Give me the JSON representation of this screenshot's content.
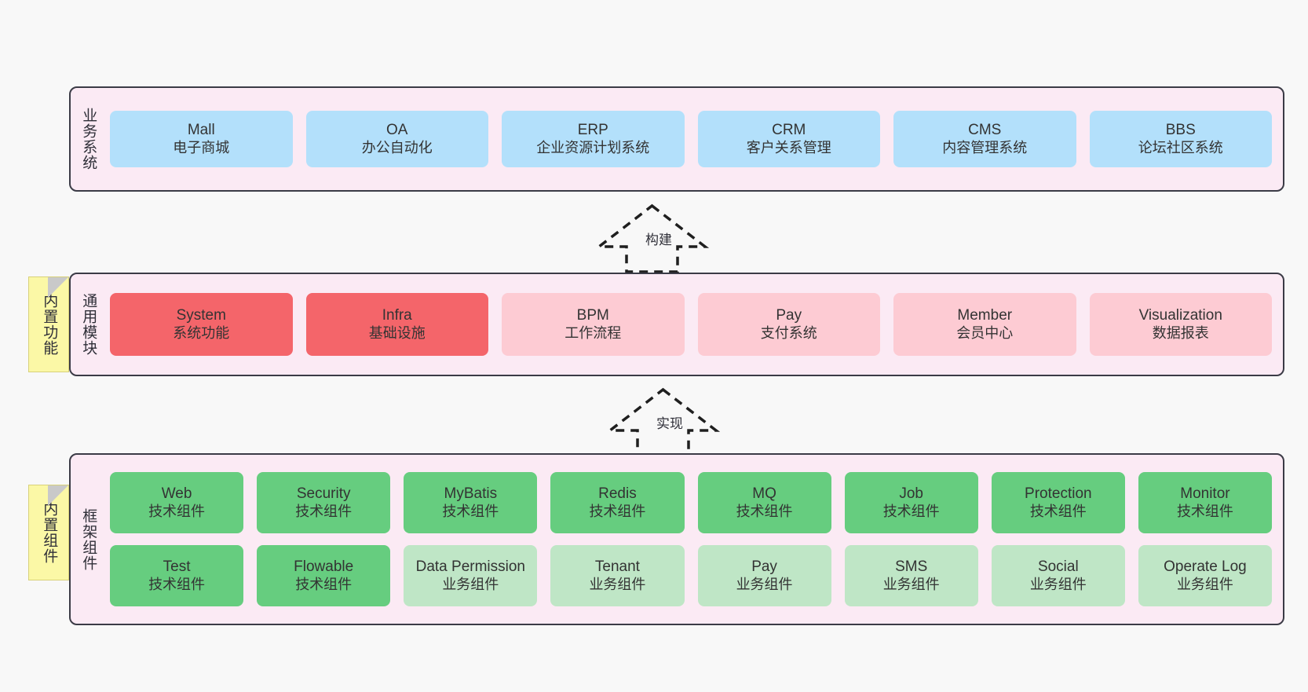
{
  "diagram": {
    "title": "",
    "background_color": "#f8f8f8",
    "layer_band_color": "#fbeaf4",
    "layer_border_color": "#3b3b46",
    "note_color": "#fbf8a6"
  },
  "notes": [
    {
      "name": "builtin-features",
      "label": "内置功能"
    },
    {
      "name": "builtin-components",
      "label": "内置组件"
    }
  ],
  "connectors": [
    {
      "name": "build",
      "label": "构建",
      "style": "dashed-generalization"
    },
    {
      "name": "implement",
      "label": "实现",
      "style": "dashed-generalization"
    }
  ],
  "layers": {
    "business": {
      "title": "业务系统",
      "accent": "#b3e0fb",
      "rows": [
        [
          {
            "en": "Mall",
            "cn": "电子商城",
            "color": "blue"
          },
          {
            "en": "OA",
            "cn": "办公自动化",
            "color": "blue"
          },
          {
            "en": "ERP",
            "cn": "企业资源计划系统",
            "color": "blue"
          },
          {
            "en": "CRM",
            "cn": "客户关系管理",
            "color": "blue"
          },
          {
            "en": "CMS",
            "cn": "内容管理系统",
            "color": "blue"
          },
          {
            "en": "BBS",
            "cn": "论坛社区系统",
            "color": "blue"
          }
        ]
      ]
    },
    "common": {
      "title": "通用模块",
      "accent": "#f4656a",
      "rows": [
        [
          {
            "en": "System",
            "cn": "系统功能",
            "color": "red"
          },
          {
            "en": "Infra",
            "cn": "基础设施",
            "color": "red"
          },
          {
            "en": "BPM",
            "cn": "工作流程",
            "color": "pink"
          },
          {
            "en": "Pay",
            "cn": "支付系统",
            "color": "pink"
          },
          {
            "en": "Member",
            "cn": "会员中心",
            "color": "pink"
          },
          {
            "en": "Visualization",
            "cn": "数据报表",
            "color": "pink"
          }
        ]
      ]
    },
    "framework": {
      "title": "框架组件",
      "accent": "#66cd7f",
      "rows": [
        [
          {
            "en": "Web",
            "cn": "技术组件",
            "color": "green"
          },
          {
            "en": "Security",
            "cn": "技术组件",
            "color": "green"
          },
          {
            "en": "MyBatis",
            "cn": "技术组件",
            "color": "green"
          },
          {
            "en": "Redis",
            "cn": "技术组件",
            "color": "green"
          },
          {
            "en": "MQ",
            "cn": "技术组件",
            "color": "green"
          },
          {
            "en": "Job",
            "cn": "技术组件",
            "color": "green"
          },
          {
            "en": "Protection",
            "cn": "技术组件",
            "color": "green"
          },
          {
            "en": "Monitor",
            "cn": "技术组件",
            "color": "green"
          }
        ],
        [
          {
            "en": "Test",
            "cn": "技术组件",
            "color": "green"
          },
          {
            "en": "Flowable",
            "cn": "技术组件",
            "color": "green"
          },
          {
            "en": "Data Permission",
            "cn": "业务组件",
            "color": "lgreen"
          },
          {
            "en": "Tenant",
            "cn": "业务组件",
            "color": "lgreen"
          },
          {
            "en": "Pay",
            "cn": "业务组件",
            "color": "lgreen"
          },
          {
            "en": "SMS",
            "cn": "业务组件",
            "color": "lgreen"
          },
          {
            "en": "Social",
            "cn": "业务组件",
            "color": "lgreen"
          },
          {
            "en": "Operate Log",
            "cn": "业务组件",
            "color": "lgreen"
          }
        ]
      ]
    }
  }
}
